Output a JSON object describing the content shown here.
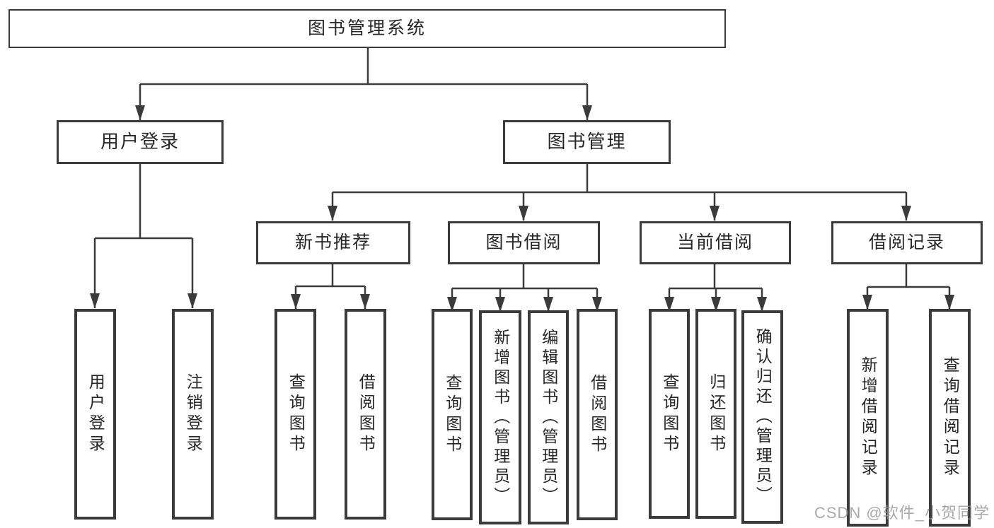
{
  "colors": {
    "line": "#3b3b3b",
    "box_border": "#3b3b3b",
    "text": "#262626",
    "watermark": "#969696",
    "background": "#ffffff"
  },
  "watermark": "CSDN @软件_小贺同学",
  "tree": {
    "label": "图书管理系统",
    "children": [
      {
        "label": "用户登录",
        "children": [
          {
            "label": "用户登录"
          },
          {
            "label": "注销登录"
          }
        ]
      },
      {
        "label": "图书管理",
        "children": [
          {
            "label": "新书推荐",
            "children": [
              {
                "label": "查询图书"
              },
              {
                "label": "借阅图书"
              }
            ]
          },
          {
            "label": "图书借阅",
            "children": [
              {
                "label": "查询图书"
              },
              {
                "label": "新增图书（管理员）"
              },
              {
                "label": "编辑图书（管理员）"
              },
              {
                "label": "借阅图书"
              }
            ]
          },
          {
            "label": "当前借阅",
            "children": [
              {
                "label": "查询图书"
              },
              {
                "label": "归还图书"
              },
              {
                "label": "确认归还（管理员）"
              }
            ]
          },
          {
            "label": "借阅记录",
            "children": [
              {
                "label": "新增借阅记录"
              },
              {
                "label": "查询借阅记录"
              }
            ]
          }
        ]
      }
    ]
  }
}
